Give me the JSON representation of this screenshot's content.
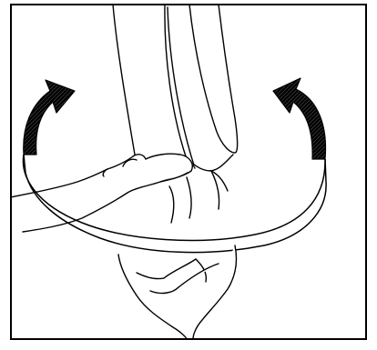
{
  "figure": {
    "type": "instruction-illustration",
    "colors": {
      "background": "#ffffff",
      "line": "#000000",
      "arrow_fill": "#1a1a1a"
    },
    "elements": [
      "frame",
      "fabric-legs",
      "right-hand",
      "lower-hand",
      "measuring-loop",
      "rotation-arrow-left",
      "rotation-arrow-right"
    ]
  }
}
